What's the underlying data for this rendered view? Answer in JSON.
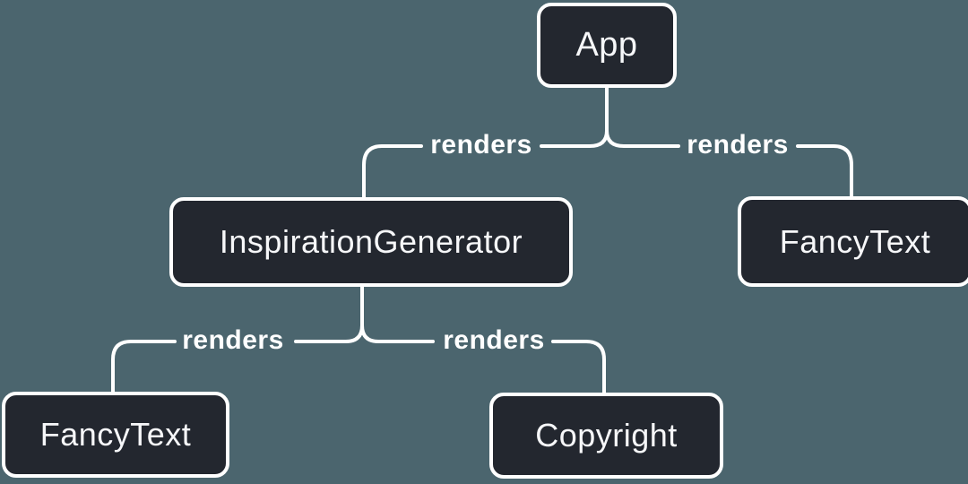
{
  "diagram": {
    "theme": {
      "background_color": "#4b656e",
      "node_fill": "#23272f",
      "node_border_color": "#ffffff",
      "node_text_color": "#f6f7f9",
      "edge_color": "#ffffff",
      "edge_label_color": "#ffffff"
    },
    "nodes": [
      {
        "id": "app",
        "label": "App"
      },
      {
        "id": "inspiration-generator",
        "label": "InspirationGenerator"
      },
      {
        "id": "fancy-text-top-right",
        "label": "FancyText"
      },
      {
        "id": "fancy-text-bottom-left",
        "label": "FancyText"
      },
      {
        "id": "copyright",
        "label": "Copyright"
      }
    ],
    "edges": [
      {
        "from": "App",
        "to": "InspirationGenerator",
        "label": "renders"
      },
      {
        "from": "App",
        "to": "FancyText",
        "label": "renders"
      },
      {
        "from": "InspirationGenerator",
        "to": "FancyText",
        "label": "renders"
      },
      {
        "from": "InspirationGenerator",
        "to": "Copyright",
        "label": "renders"
      }
    ]
  }
}
